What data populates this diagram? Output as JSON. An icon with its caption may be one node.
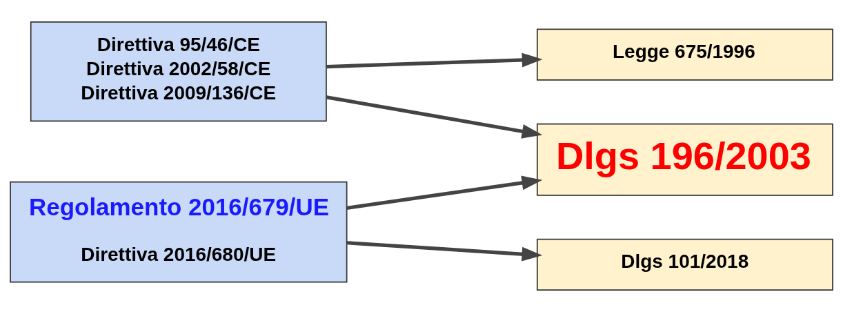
{
  "diagram": {
    "nodes": [
      {
        "text": [
          "Direttiva 95/46/CE",
          "Direttiva 2002/58/CE",
          "Direttiva 2009/136/CE"
        ]
      },
      {
        "text": [
          "Regolamento 2016/679/UE",
          "Direttiva 2016/680/UE"
        ]
      },
      {
        "text": [
          "Legge 675/1996"
        ]
      },
      {
        "text": [
          "Dlgs 196/2003"
        ]
      },
      {
        "text": [
          "Dlgs 101/2018"
        ]
      }
    ],
    "edges": [
      {
        "from": 0,
        "to": 2,
        "arrow": "to"
      },
      {
        "from": 0,
        "to": 3,
        "arrow": "to"
      },
      {
        "from": 1,
        "to": 3,
        "arrow": "to"
      },
      {
        "from": 1,
        "to": 4,
        "arrow": "to"
      }
    ]
  }
}
